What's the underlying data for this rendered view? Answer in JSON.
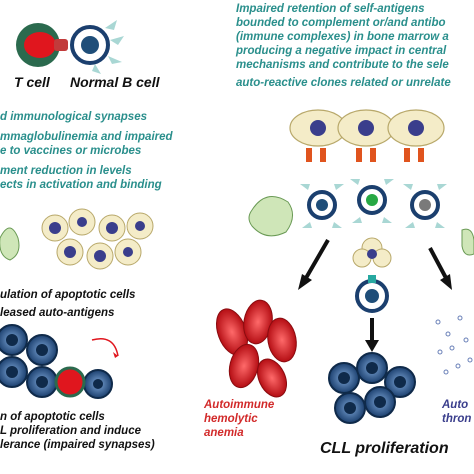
{
  "top_left": {
    "t_cell_label": "T cell",
    "b_cell_label": "Normal B cell"
  },
  "left_bullets": [
    "d immunological synapses",
    "mmaglobulinemia and impaired",
    "e to vaccines or microbes",
    "ment reduction in levels",
    "ects in activation and binding"
  ],
  "left_mid": [
    "ulation of apoptotic cells",
    "leased auto-antigens"
  ],
  "left_bottom": [
    "n of apoptotic cells",
    "L proliferation and induce",
    "lerance (impaired synapses)"
  ],
  "top_right": [
    "Impaired retention of self-antigens",
    "bounded to complement or/and antibo",
    "(immune complexes) in bone marrow a",
    "producing a negative impact in central",
    "mechanisms and contribute to the sele",
    "auto-reactive clones related or unrelate"
  ],
  "bottom_right": {
    "aiha_label": [
      "Autoimmune",
      "hemolytic",
      "anemia"
    ],
    "cll_label": "CLL proliferation",
    "auto_label": [
      "Auto",
      "thron"
    ]
  },
  "colors": {
    "teal_text": "#2a8f8c",
    "red_text": "#d22a2a",
    "cell_blue": "#1f4e79",
    "rbc_red": "#e0161e",
    "dc_green": "#cfe6b8",
    "complex_beige": "#f4ecc8"
  }
}
